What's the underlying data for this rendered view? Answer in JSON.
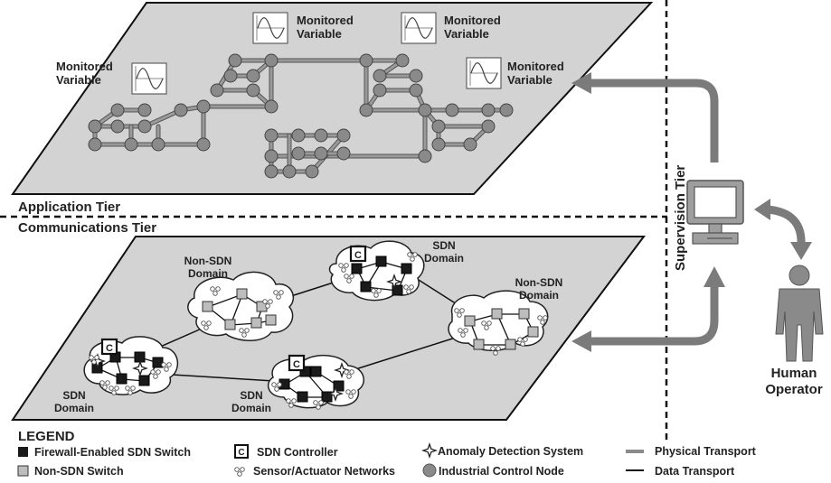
{
  "tiers": {
    "application": "Application Tier",
    "communications": "Communications Tier",
    "supervision": "Supervision Tier"
  },
  "monitored_variable": {
    "line1": "Monitored",
    "line2": "Variable"
  },
  "domains": {
    "sdn": [
      "SDN",
      "Domain"
    ],
    "non_sdn": [
      "Non-SDN",
      "Domain"
    ]
  },
  "operator": [
    "Human",
    "Operator"
  ],
  "controller_letter": "C",
  "legend": {
    "title": "LEGEND",
    "items": {
      "firewall_switch": "Firewall-Enabled SDN Switch",
      "non_sdn_switch": "Non-SDN Switch",
      "sdn_controller": "SDN Controller",
      "sensor_networks": "Sensor/Actuator Networks",
      "anomaly_detection": "Anomaly Detection System",
      "control_node": "Industrial Control Node",
      "physical_transport": "Physical Transport",
      "data_transport": "Data Transport"
    }
  },
  "colors": {
    "plane": "#d3d3d3",
    "node": "#8a8a8a",
    "pipe": "#9a9a9a",
    "arrow": "#7b7b7b",
    "sdn_switch": "#1a1a1a",
    "non_sdn_switch": "#bdbdbd"
  }
}
